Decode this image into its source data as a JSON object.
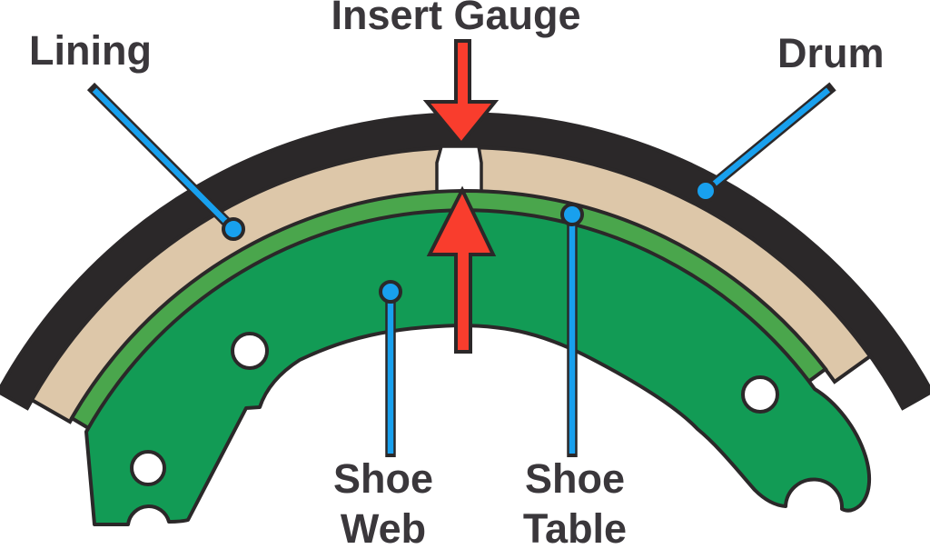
{
  "labels": {
    "insert_gauge": "Insert Gauge",
    "lining": "Lining",
    "drum": "Drum",
    "shoe_web": "Shoe Web",
    "shoe_table": "Shoe Table"
  },
  "colors": {
    "background": "#ffffff",
    "drum": "#2b2829",
    "lining": "#ddc7a9",
    "shoe_table": "#4aa64c",
    "shoe_web": "#129b55",
    "arrow_red": "#f93d2d",
    "leader_blue": "#18a0ee",
    "outline": "#2b2829",
    "text": "#3a373b"
  }
}
